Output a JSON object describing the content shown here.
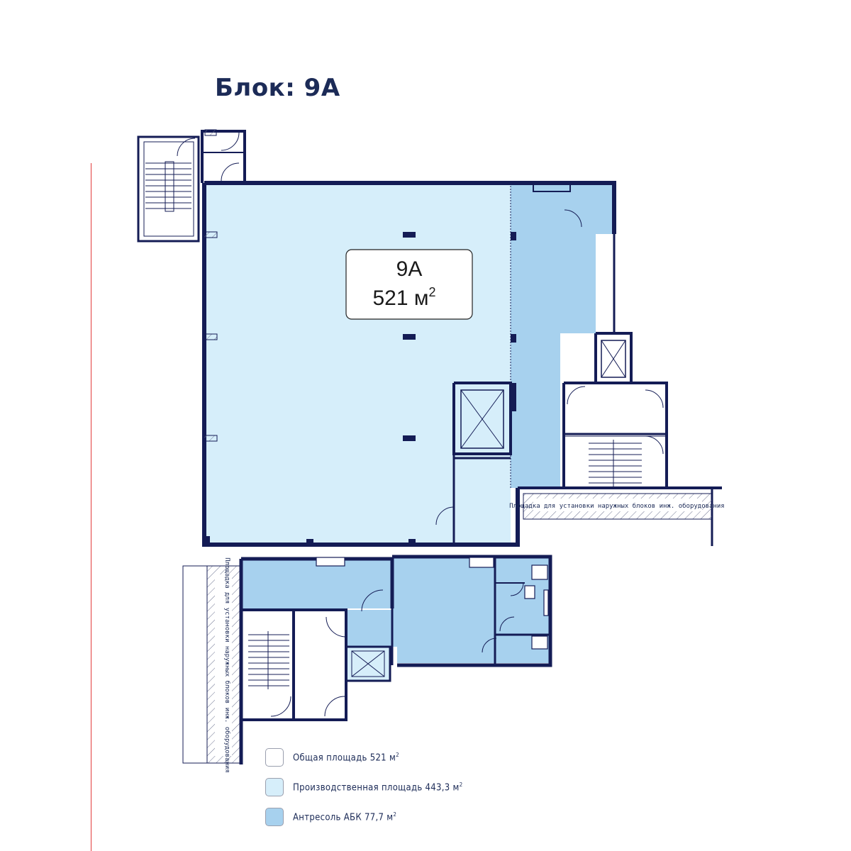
{
  "title": "Блок: 9А",
  "room": {
    "name": "9А",
    "area": "521 м",
    "area_sup": "2"
  },
  "pad_label": "Площадка для установки наружных блоков инж. оборудования",
  "legend": [
    {
      "label": "Общая площадь 521 м",
      "sup": "2",
      "color": "#ffffff"
    },
    {
      "label": "Производственная площадь 443,3 м",
      "sup": "2",
      "color": "#d6eefa"
    },
    {
      "label": "Антресоль АБК 77,7 м",
      "sup": "2",
      "color": "#a7d1ee"
    }
  ],
  "colors": {
    "wall": "#141c55",
    "production": "#d6eefa",
    "mezzanine": "#a7d1ee",
    "white_area": "#ffffff"
  }
}
